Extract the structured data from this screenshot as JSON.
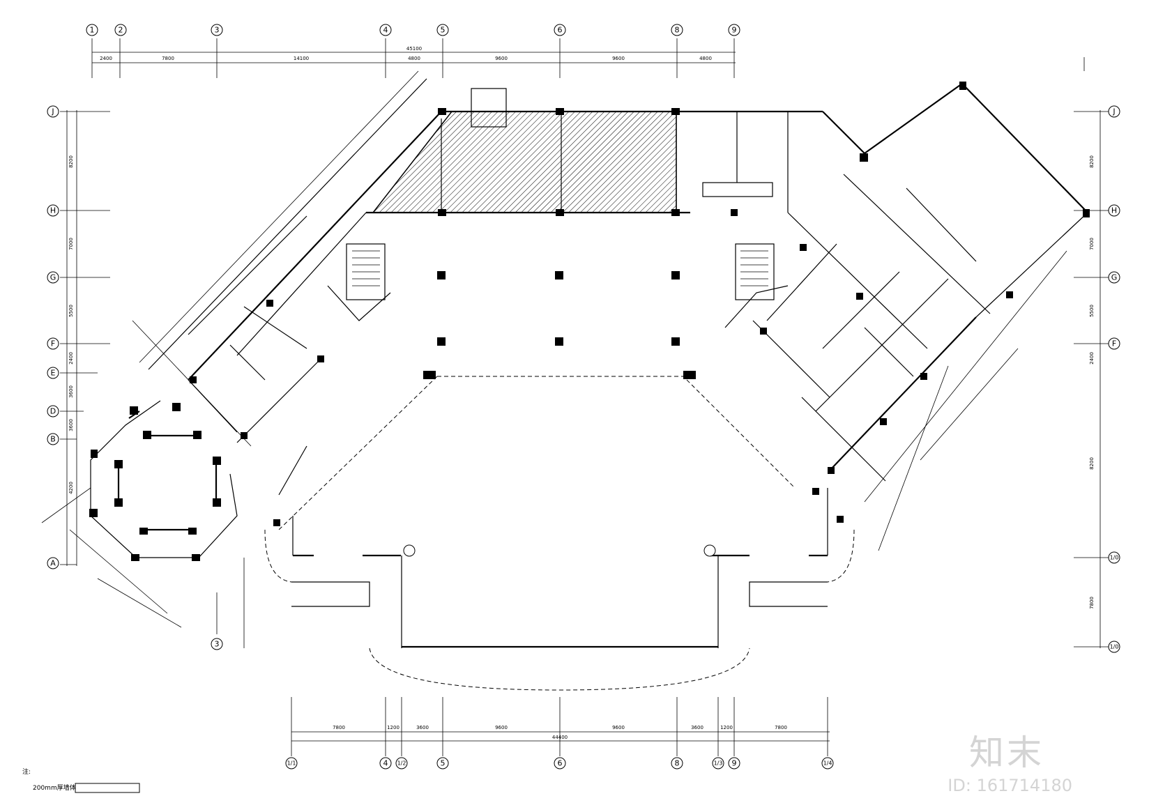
{
  "top_axes": [
    "1",
    "2",
    "3",
    "4",
    "5",
    "6",
    "8",
    "9"
  ],
  "top_dims": [
    "2400",
    "7800",
    "14100",
    "4800",
    "9600",
    "9600",
    "4800"
  ],
  "top_total": "45100",
  "bottom_axes": [
    "1/1",
    "4",
    "1/2",
    "5",
    "6",
    "8",
    "1/3",
    "9",
    "1/4"
  ],
  "bottom_dims": [
    "7800",
    "1200",
    "3600",
    "9600",
    "9600",
    "3600",
    "1200",
    "7800"
  ],
  "bottom_total": "44400",
  "left_axes": [
    "J",
    "H",
    "G",
    "F",
    "E",
    "D",
    "B",
    "A"
  ],
  "left_dims": [
    "8200",
    "7000",
    "5500",
    "2400",
    "3600",
    "3600",
    "4200"
  ],
  "right_axes": [
    "J",
    "H",
    "G",
    "F",
    "1/0",
    "1/0"
  ],
  "right_dims": [
    "8200",
    "7000",
    "5500",
    "2400",
    "8200",
    "7800"
  ],
  "bubble_labels": {
    "axis_3_bottom": "3"
  },
  "notes": {
    "note_label": "注:",
    "legend_text": "200mm厚墙体"
  },
  "watermark": {
    "brand": "知末",
    "id": "ID: 161714180"
  }
}
